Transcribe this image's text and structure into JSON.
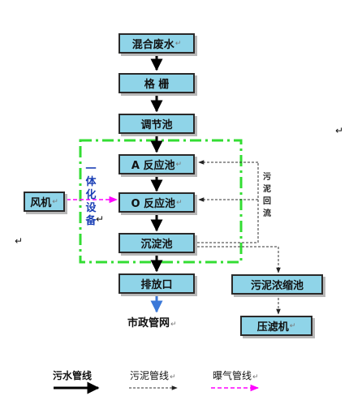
{
  "diagram": {
    "nodes": {
      "mixed_wastewater": "混合废水",
      "grille": "格 栅",
      "regulating_tank": "调节池",
      "a_reaction_tank": "A 反应池",
      "o_reaction_tank": "O 反应池",
      "sedimentation_tank": "沉淀池",
      "discharge_outlet": "排放口",
      "municipal_pipe_network": "市政管网",
      "blower": "风机",
      "sludge_thickener": "污泥浓缩池",
      "filter_press": "压滤机"
    },
    "labels": {
      "integrated_equipment": "一体化设备",
      "sludge_return": "污泥回流"
    },
    "paragraph_mark": "↵"
  },
  "legend": {
    "sewage_pipeline": "污水管线",
    "sludge_pipeline": "污泥管线",
    "aeration_pipeline": "曝气管线"
  },
  "colors": {
    "box_fill": "#8fd4e8",
    "integrated_frame": "#33dd33",
    "aeration_line": "#ff00ff",
    "outlet_arrow": "#3b78d8",
    "sewage_line": "#000000"
  }
}
